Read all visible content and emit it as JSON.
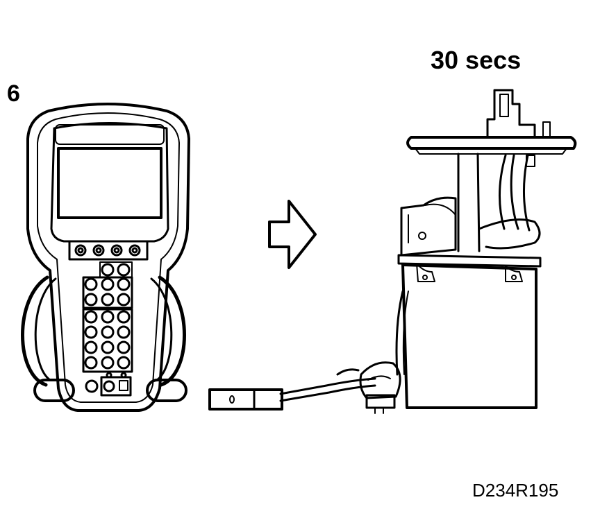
{
  "step_number": "6",
  "duration_label": "30 secs",
  "figure_code": "D234R195",
  "icons": {
    "tester": "diagnostic-tester-icon",
    "arrow": "right-arrow-icon",
    "pump": "fuel-pump-unit-icon",
    "connector": "connector-plug-icon"
  },
  "colors": {
    "ink": "#000000",
    "paper": "#ffffff"
  }
}
